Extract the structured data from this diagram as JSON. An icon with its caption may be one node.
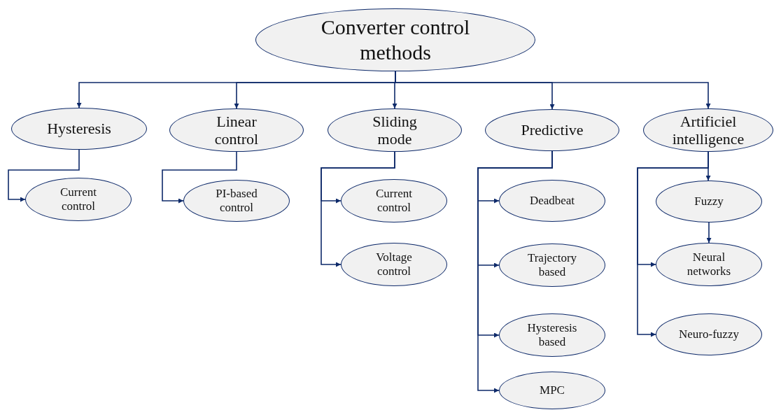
{
  "diagram": {
    "nodes": [
      {
        "text": [
          "Converter control methods"
        ]
      },
      {
        "text": [
          "Hysteresis"
        ]
      },
      {
        "text": [
          "Linear control"
        ]
      },
      {
        "text": [
          "Sliding mode"
        ]
      },
      {
        "text": [
          "Predictive"
        ]
      },
      {
        "text": [
          "Artificiel intelligence"
        ]
      },
      {
        "text": [
          "Current control"
        ]
      },
      {
        "text": [
          "PI-based control"
        ]
      },
      {
        "text": [
          "Current control"
        ]
      },
      {
        "text": [
          "Voltage control"
        ]
      },
      {
        "text": [
          "Deadbeat"
        ]
      },
      {
        "text": [
          "Trajectory based"
        ]
      },
      {
        "text": [
          "Hysteresis based"
        ]
      },
      {
        "text": [
          "MPC"
        ]
      },
      {
        "text": [
          "Fuzzy"
        ]
      },
      {
        "text": [
          "Neural networks"
        ]
      },
      {
        "text": [
          "Neuro-fuzzy"
        ]
      }
    ],
    "edges": [
      {
        "from": 0,
        "to": 1,
        "arrow": "to"
      },
      {
        "from": 0,
        "to": 2,
        "arrow": "to"
      },
      {
        "from": 0,
        "to": 3,
        "arrow": "to"
      },
      {
        "from": 0,
        "to": 4,
        "arrow": "to"
      },
      {
        "from": 0,
        "to": 5,
        "arrow": "to"
      },
      {
        "from": 1,
        "to": 6,
        "arrow": "to"
      },
      {
        "from": 2,
        "to": 7,
        "arrow": "to"
      },
      {
        "from": 3,
        "to": 8,
        "arrow": "to"
      },
      {
        "from": 3,
        "to": 9,
        "arrow": "to"
      },
      {
        "from": 4,
        "to": 10,
        "arrow": "to"
      },
      {
        "from": 4,
        "to": 11,
        "arrow": "to"
      },
      {
        "from": 4,
        "to": 12,
        "arrow": "to"
      },
      {
        "from": 4,
        "to": 13,
        "arrow": "to"
      },
      {
        "from": 5,
        "to": 14,
        "arrow": "to"
      },
      {
        "from": 5,
        "to": 15,
        "arrow": "to"
      },
      {
        "from": 5,
        "to": 16,
        "arrow": "to"
      },
      {
        "from": 14,
        "to": 15,
        "arrow": "to"
      }
    ]
  }
}
